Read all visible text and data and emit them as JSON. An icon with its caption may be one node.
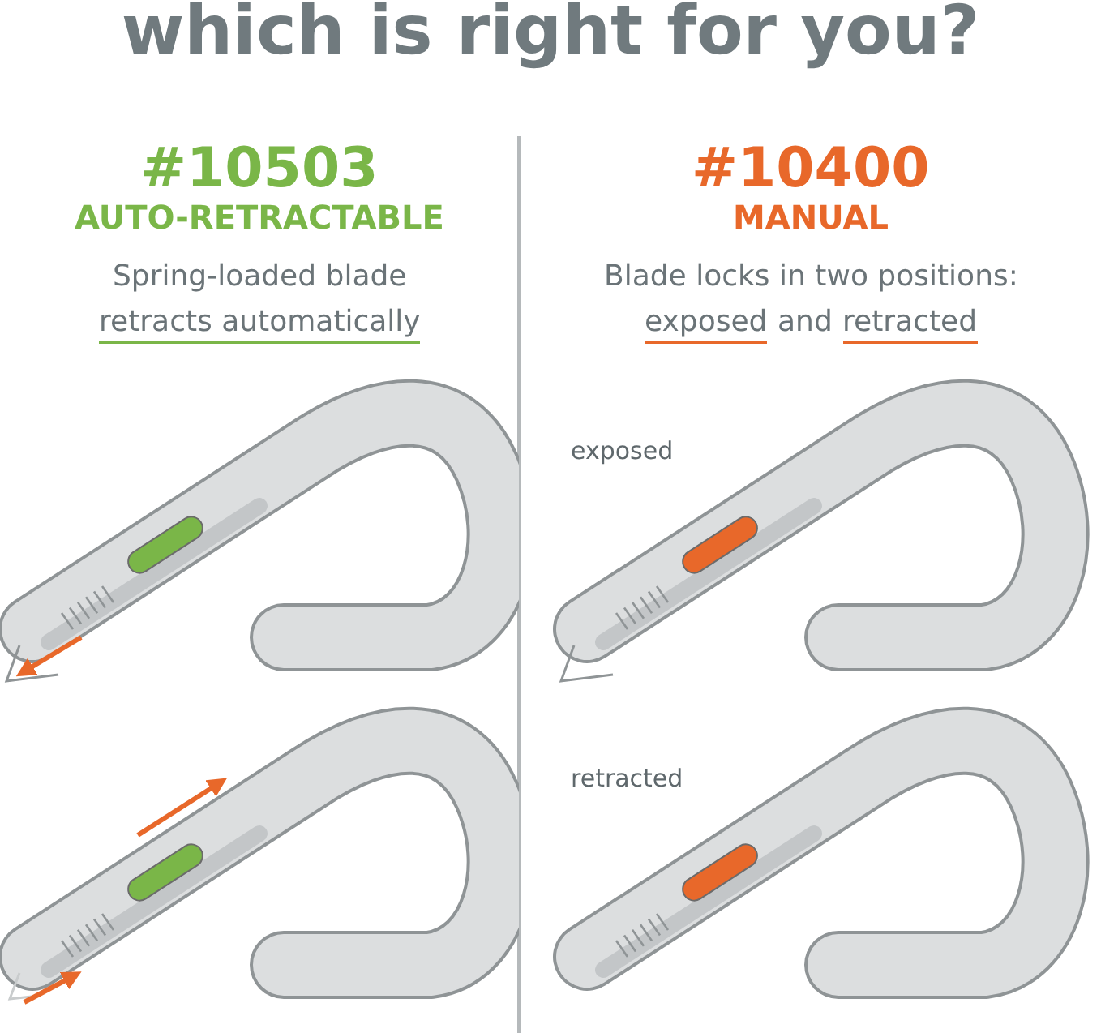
{
  "diagram": {
    "title": "which is right for you?",
    "labels": [
      "#10503",
      "AUTO-RETRACTABLE",
      "Spring-loaded blade",
      "retracts automatically",
      "#10400",
      "MANUAL",
      "Blade locks in two positions:",
      "exposed",
      "and",
      "retracted",
      "exposed",
      "retracted"
    ]
  }
}
